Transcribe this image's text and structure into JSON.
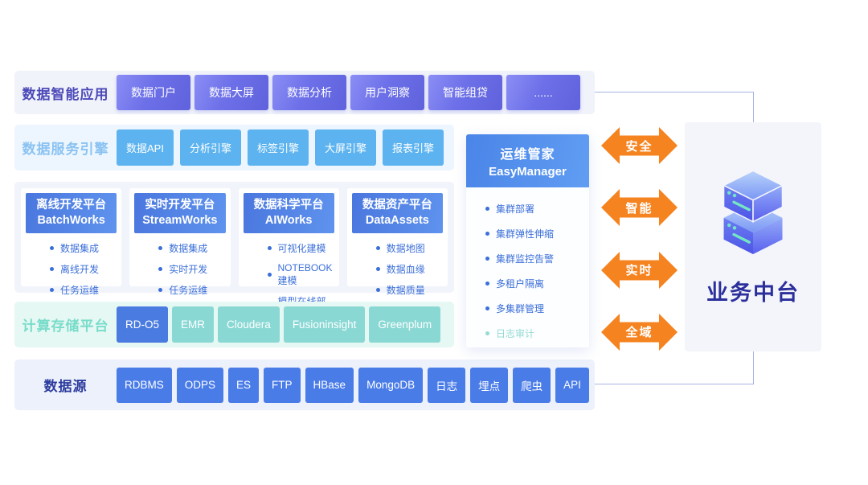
{
  "diagram": {
    "app_row": {
      "label": "数据智能应用",
      "items": [
        "数据门户",
        "数据大屏",
        "数据分析",
        "用户洞察",
        "智能组贷",
        "......"
      ]
    },
    "engine_row": {
      "label": "数据服务引擎",
      "items": [
        "数据API",
        "分析引擎",
        "标签引擎",
        "大屏引擎",
        "报表引擎"
      ]
    },
    "platform_cards": [
      {
        "title_zh": "离线开发平台",
        "title_en": "BatchWorks",
        "features": [
          "数据集成",
          "离线开发",
          "任务运维"
        ]
      },
      {
        "title_zh": "实时开发平台",
        "title_en": "StreamWorks",
        "features": [
          "数据集成",
          "实时开发",
          "任务运维"
        ]
      },
      {
        "title_zh": "数据科学平台",
        "title_en": "AIWorks",
        "features": [
          "可视化建模",
          "NOTEBOOK建模",
          "模型在线部署"
        ]
      },
      {
        "title_zh": "数据资产平台",
        "title_en": "DataAssets",
        "features": [
          "数据地图",
          "数据血缘",
          "数据质量"
        ]
      }
    ],
    "storage_row": {
      "label": "计算存储平台",
      "items": [
        {
          "label": "RD-O5",
          "variant": "blue"
        },
        {
          "label": "EMR",
          "variant": "teal"
        },
        {
          "label": "Cloudera",
          "variant": "teal"
        },
        {
          "label": "Fusioninsight",
          "variant": "teal"
        },
        {
          "label": "Greenplum",
          "variant": "teal"
        }
      ]
    },
    "source_row": {
      "label": "数据源",
      "items": [
        "RDBMS",
        "ODPS",
        "ES",
        "FTP",
        "HBase",
        "MongoDB",
        "日志",
        "埋点",
        "爬虫",
        "API"
      ]
    },
    "easymanager": {
      "title_zh": "运维管家",
      "title_en": "EasyManager",
      "features": [
        {
          "label": "集群部署",
          "muted": "false"
        },
        {
          "label": "集群弹性伸缩",
          "muted": "false"
        },
        {
          "label": "集群监控告警",
          "muted": "false"
        },
        {
          "label": "多租户隔离",
          "muted": "false"
        },
        {
          "label": "多集群管理",
          "muted": "false"
        },
        {
          "label": "日志审计",
          "muted": "true"
        }
      ]
    },
    "arrows": [
      "安全",
      "智能",
      "实时",
      "全域"
    ],
    "business_platform": {
      "title": "业务中台",
      "icon": "server-stack-icon"
    },
    "colors": {
      "app_chip": "#6a6de4",
      "engine_chip": "#5cb3ef",
      "card_header": "#4a7de2",
      "teal_chip": "#89d8d4",
      "blue_chip": "#4a7ce8",
      "arrow_orange": "#f5831f",
      "navy_text": "#2b2f9b",
      "connector": "#a8b4e4"
    }
  }
}
